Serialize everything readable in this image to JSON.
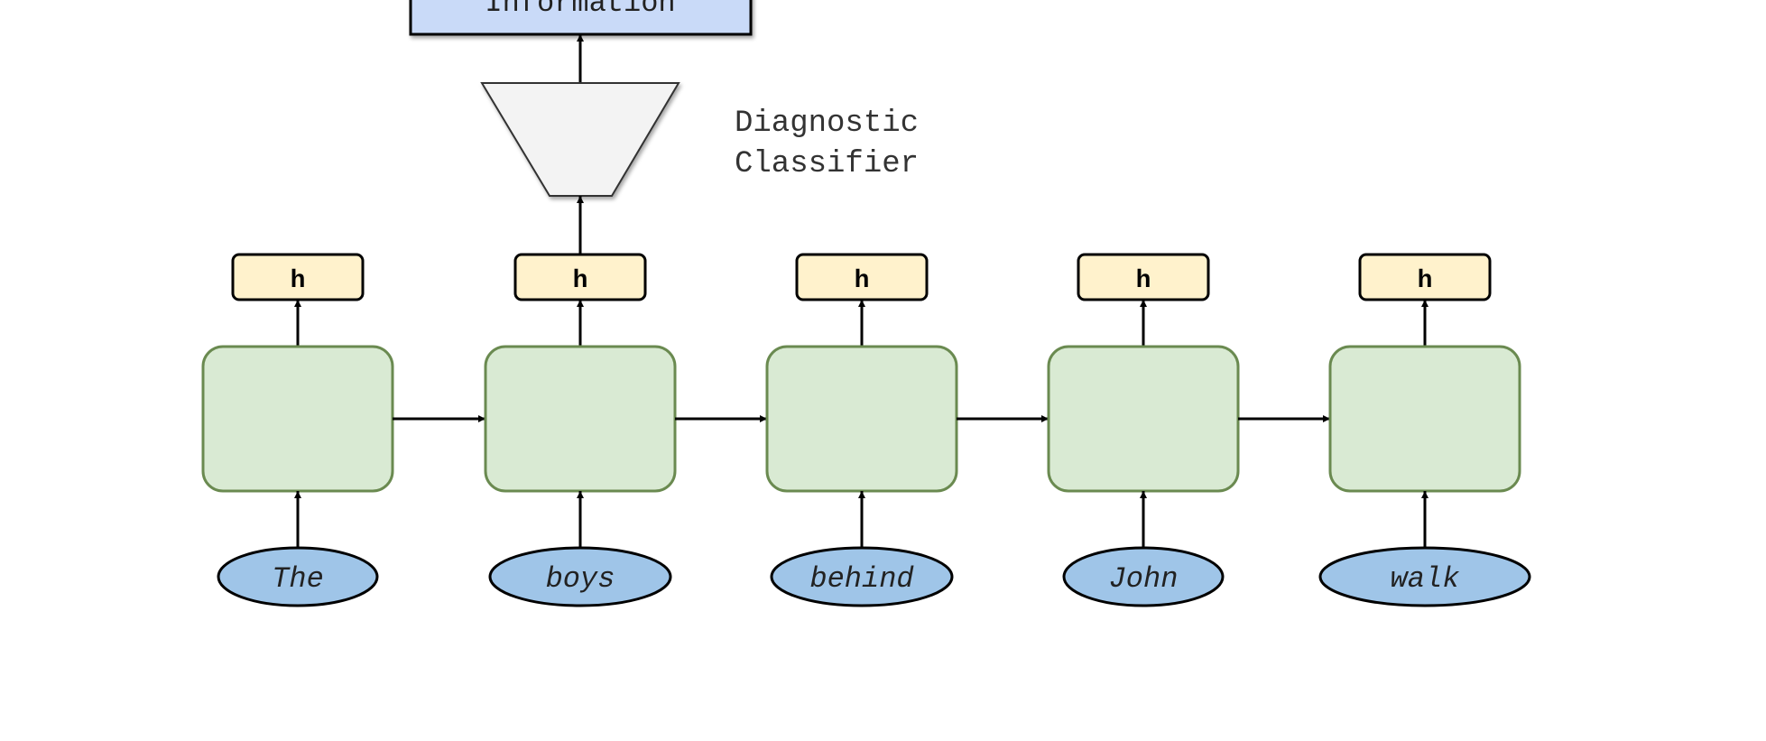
{
  "output_box": {
    "label": "Information",
    "fill": "#c9daf8",
    "stroke": "#000000"
  },
  "classifier": {
    "label_line1": "Diagnostic",
    "label_line2": "Classifier",
    "fill": "#f3f3f3"
  },
  "hidden_label": "h",
  "hidden_fill": "#fff2cc",
  "cell_fill": "#d9ead3",
  "cell_stroke": "#6a8a50",
  "token_fill": "#9fc5e8",
  "tokens": [
    "The",
    "boys",
    "behind",
    "John",
    "walk"
  ],
  "probed_position": 1
}
